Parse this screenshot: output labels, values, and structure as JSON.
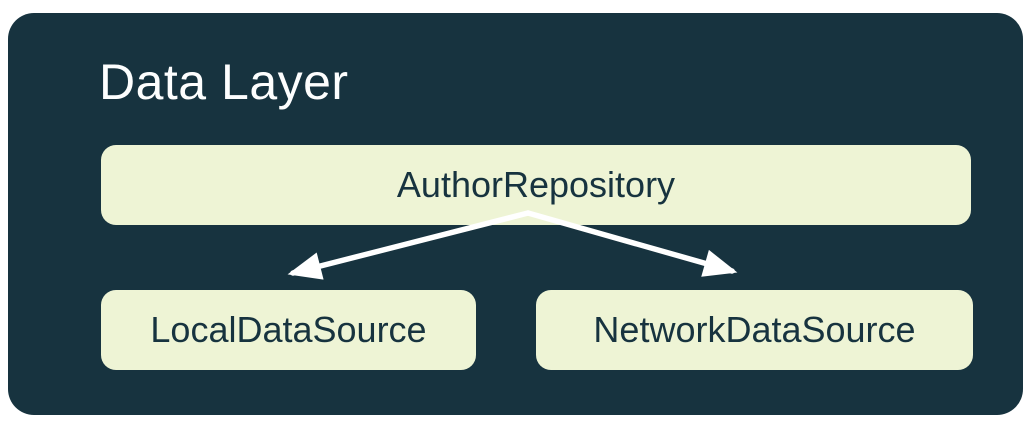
{
  "diagram": {
    "title": "Data Layer",
    "nodes": [
      {
        "id": "author-repository",
        "label": "AuthorRepository"
      },
      {
        "id": "local-data-source",
        "label": "LocalDataSource"
      },
      {
        "id": "network-data-source",
        "label": "NetworkDataSource"
      }
    ],
    "edges": [
      {
        "from": "AuthorRepository",
        "to": "LocalDataSource"
      },
      {
        "from": "AuthorRepository",
        "to": "NetworkDataSource"
      }
    ],
    "colors": {
      "page_bg": "#FFFFFF",
      "container_bg": "#17333F",
      "node_bg": "#EEF4D5",
      "node_text": "#17333F",
      "title_text": "#FDFEFE",
      "arrow": "#FFFFFF"
    }
  }
}
